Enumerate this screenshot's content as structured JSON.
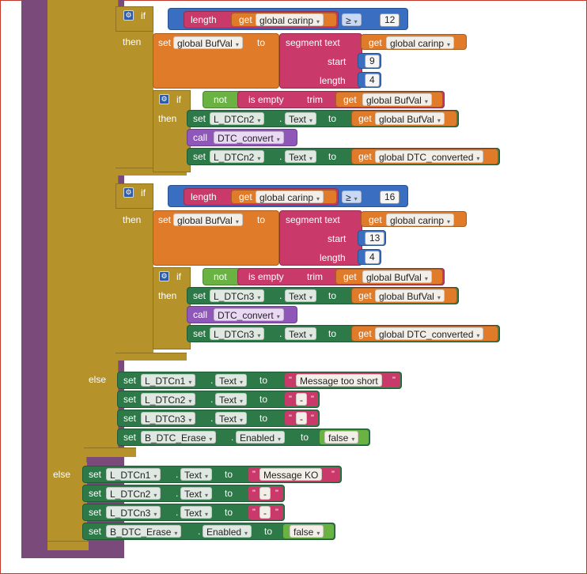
{
  "colors": {
    "control": "#b5922a",
    "control_dark": "#9a7a1e",
    "purple": "#7a4a7a",
    "blue": "#3a6ec0",
    "orange": "#e07b2a",
    "text_pink": "#c93a6b",
    "green": "#2d7a48",
    "logic_green": "#6ab342",
    "proc_violet": "#8f57b8"
  },
  "icons": {
    "mutator": "gear-icon",
    "dropdown": "chevron-down-icon"
  },
  "kw": {
    "if": "if",
    "then": "then",
    "else": "else",
    "set": "set",
    "to": "to",
    "get": "get",
    "call": "call",
    "length": "length",
    "not": "not",
    "is_empty": "is empty",
    "trim": "trim",
    "segment": "segment",
    "text": "text",
    "start": "start",
    "length_sock": "length",
    "dot": ".",
    "gte": "≥"
  },
  "values": {
    "global_carinp": "global carinp",
    "global_bufval": "global BufVal",
    "global_dtc_converted": "global DTC_converted",
    "dtc_convert": "DTC_convert",
    "text_prop": "Text",
    "enabled_prop": "Enabled",
    "false": "false",
    "comp_a": "12",
    "start_a": "9",
    "len_a": "4",
    "comp_b": "16",
    "start_b": "13",
    "len_b": "4",
    "l_dtcn1": "L_DTCn1",
    "l_dtcn2": "L_DTCn2",
    "l_dtcn3": "L_DTCn3",
    "b_dtc_erase": "B_DTC_Erase",
    "msg_short": "Message too short",
    "msg_ko": "Message KO",
    "dash": "-"
  }
}
